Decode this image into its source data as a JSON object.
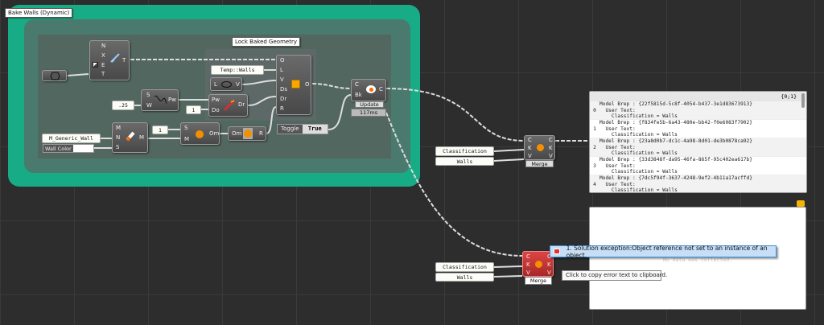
{
  "group": {
    "title": "Bake Walls (Dynamic)",
    "lock_label": "Lock Baked Geometry",
    "color": "#17ab86"
  },
  "text_comp": {
    "inputs": [
      "N",
      "X",
      "E",
      "T"
    ],
    "outputs": [
      "T"
    ]
  },
  "bake_comp": {
    "inputs": [
      "O",
      "L",
      "V",
      "Ds",
      "Dr",
      "R"
    ],
    "outputs": [
      "O"
    ]
  },
  "layer_panel": "Temp::Walls",
  "visibility_comp": {
    "inputs": [
      "L"
    ],
    "outputs": [
      "V"
    ]
  },
  "width_panel": ".25",
  "pen_comp": {
    "inputs": [
      "S",
      "W"
    ],
    "outputs": [
      "Pw"
    ]
  },
  "one_panel_a": "1",
  "draw_comp": {
    "inputs": [
      "Pw",
      "Do"
    ],
    "outputs": [
      "Dr"
    ]
  },
  "material_comp": {
    "inputs": [
      "M",
      "N",
      "S"
    ],
    "outputs": [
      "M"
    ]
  },
  "material_name_panel": "M_Generic_Wall",
  "wall_color_label": "Wall Color",
  "one_panel_b": "1",
  "object_attr_comp": {
    "inputs": [
      "S",
      "M"
    ],
    "outputs": [
      "Om"
    ]
  },
  "render_comp": {
    "inputs": [
      "Om"
    ],
    "outputs": [
      "R"
    ]
  },
  "toggle": {
    "label": "Toggle",
    "value": "True"
  },
  "update_comp": {
    "inputs": [
      "C",
      "Bk"
    ],
    "outputs": [
      "C"
    ],
    "label": "Update",
    "time": "117ms"
  },
  "merge_top": {
    "inputs": [
      "C",
      "K",
      "V"
    ],
    "outputs": [
      "C",
      "K",
      "V"
    ],
    "label": "Merge",
    "key": "Classification",
    "value": "Walls"
  },
  "merge_bottom": {
    "inputs": [
      "C",
      "K",
      "V"
    ],
    "outputs": [
      "C",
      "K",
      "V"
    ],
    "label": "Merge",
    "key": "Classification",
    "value": "Walls",
    "color": "#c0393b"
  },
  "output_panel": {
    "path": "{0;1}",
    "items": [
      {
        "index": "0",
        "text": "Model Brep : {22f5815d-5c8f-4054-b437-3e1d83673913}\n  User Text:\n    Classification = Walls"
      },
      {
        "index": "1",
        "text": "Model Brep : {f834fe5b-6a43-480e-bb42-f0e6083f7902}\n  User Text:\n    Classification = Walls"
      },
      {
        "index": "2",
        "text": "Model Brep : {23a8d0b7-dc1c-4a98-8d01-de3b0878ca92}\n  User Text:\n    Classification = Walls"
      },
      {
        "index": "3",
        "text": "Model Brep : {33d3848f-da95-46fa-865f-95c402ea617b}\n  User Text:\n    Classification = Walls"
      },
      {
        "index": "4",
        "text": "Model Brep : {7dc5f94f-3637-4248-9ef2-4b11a17acffd}\n  User Text:\n    Classification = Walls"
      }
    ]
  },
  "empty_panel": {
    "text": "No data was collected."
  },
  "error": {
    "message": "1. Solution exception:Object reference not set to an instance of an object.",
    "hint": "Click to copy error text to clipboard."
  }
}
